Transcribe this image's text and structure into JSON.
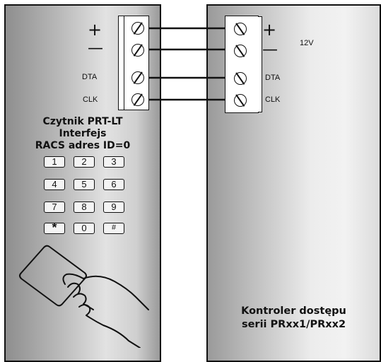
{
  "reader": {
    "terminals": [
      {
        "sign": "+",
        "label": ""
      },
      {
        "sign": "—",
        "label": ""
      },
      {
        "sign": "",
        "label": "DTA"
      },
      {
        "sign": "",
        "label": "CLK"
      }
    ],
    "title_lines": [
      "Czytnik PRT-LT",
      "Interfejs",
      "RACS adres ID=0"
    ],
    "keypad": [
      "1",
      "2",
      "3",
      "4",
      "5",
      "6",
      "7",
      "8",
      "9",
      "*",
      "0",
      "#"
    ]
  },
  "controller": {
    "terminals": [
      {
        "sign": "+",
        "label": ""
      },
      {
        "sign": "—",
        "label": ""
      },
      {
        "sign": "",
        "label": "DTA"
      },
      {
        "sign": "",
        "label": "CLK"
      }
    ],
    "voltage": "12V",
    "title_lines": [
      "Kontroler dostępu",
      "serii PRxx1/PRxx2"
    ]
  },
  "icons": {
    "reader_screw": "screw-terminal-icon",
    "controller_screw": "screw-terminal-icon",
    "card_reader": "hand-holding-card-icon"
  },
  "colors": {
    "wire": "#111111",
    "panel_border": "#111111"
  }
}
